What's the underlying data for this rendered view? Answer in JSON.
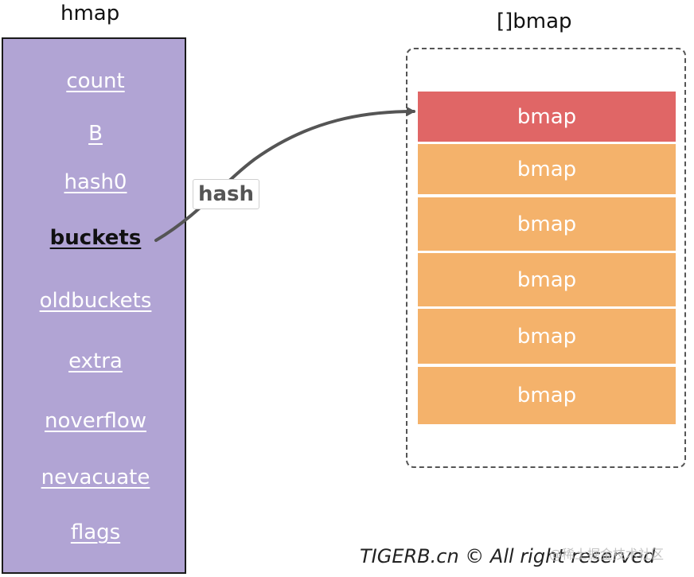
{
  "hmap": {
    "title": "hmap",
    "fields": [
      "count",
      "B",
      "hash0",
      "buckets",
      "oldbuckets",
      "extra",
      "noverflow",
      "nevacuate",
      "flags"
    ],
    "active_index": 3
  },
  "bmap_array": {
    "title": "[]bmap",
    "cells": [
      "bmap",
      "bmap",
      "bmap",
      "bmap",
      "bmap",
      "bmap"
    ]
  },
  "connector": {
    "label": "hash",
    "from": "buckets",
    "to_index": 0
  },
  "colors": {
    "hmap_fill": "#b1a4d4",
    "bmap_highlight": "#e06666",
    "bmap_default": "#f4b26b",
    "arrow": "#555555"
  },
  "footer": {
    "copyright": "TIGERB.cn © All right reserved",
    "watermark": "@稀土掘金技术社区"
  }
}
